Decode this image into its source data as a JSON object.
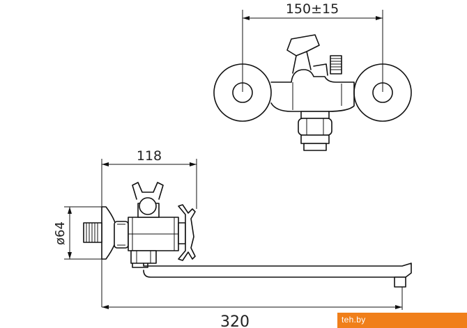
{
  "dimensions": {
    "top_width": "150±15",
    "body_length": "118",
    "flange_diameter": "ø64",
    "spout_length": "320"
  },
  "watermark": {
    "text": "teh.by",
    "color": "#f07f1a"
  }
}
